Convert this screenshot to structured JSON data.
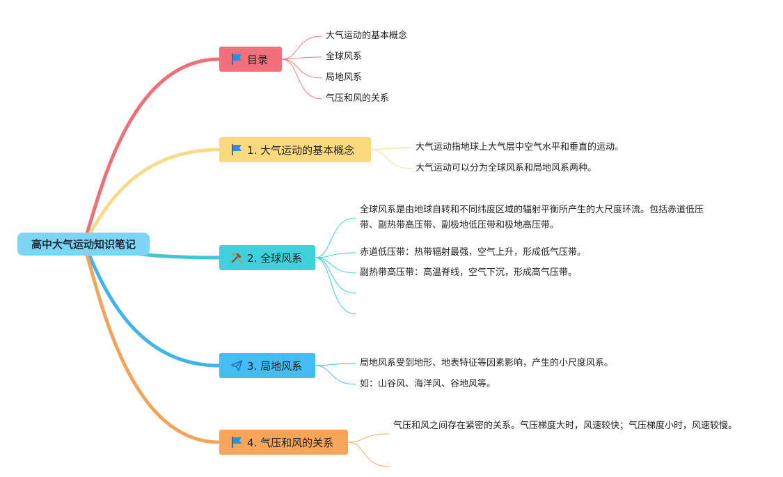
{
  "root": {
    "label": "高中大气运动知识笔记"
  },
  "branches": [
    {
      "label": "目录",
      "icon": "flag-icon",
      "color": "#f36f79",
      "line": "#ef6f77",
      "leaves": [
        "大气运动的基本概念",
        "全球风系",
        "局地风系",
        "气压和风的关系"
      ]
    },
    {
      "label": "1. 大气运动的基本概念",
      "icon": "flag-icon",
      "color": "#fbd97e",
      "line": "#f6dc8a",
      "leaves": [
        "大气运动指地球上大气层中空气水平和垂直的运动。",
        "大气运动可以分为全球风系和局地风系两种。"
      ]
    },
    {
      "label": "2. 全球风系",
      "icon": "tools-icon",
      "color": "#40d0dc",
      "line": "#3cc8d4",
      "leaves": [
        "全球风系是由地球自转和不同纬度区域的辐射平衡所产生的大尺度环流。包括赤道低压带、副热带高压带、副极地低压带和极地高压带。",
        "赤道低压带：热带辐射最强，空气上升，形成低气压带。",
        "副热带高压带：高温脊线，空气下沉，形成高气压带。",
        "",
        ""
      ]
    },
    {
      "label": "3. 局地风系",
      "icon": "paper-plane-icon",
      "color": "#43bdf3",
      "line": "#3fb4ea",
      "leaves": [
        "局地风系受到地形、地表特征等因素影响，产生的小尺度风系。",
        "如：山谷风、海洋风、谷地风等。"
      ]
    },
    {
      "label": "4. 气压和风的关系",
      "icon": "flag-icon",
      "color": "#f6a55b",
      "line": "#f3a45a",
      "leaves": [
        "气压和风之间存在紧密的关系。气压梯度大时，风速较快；气压梯度小时，风速较慢。",
        ""
      ]
    }
  ]
}
